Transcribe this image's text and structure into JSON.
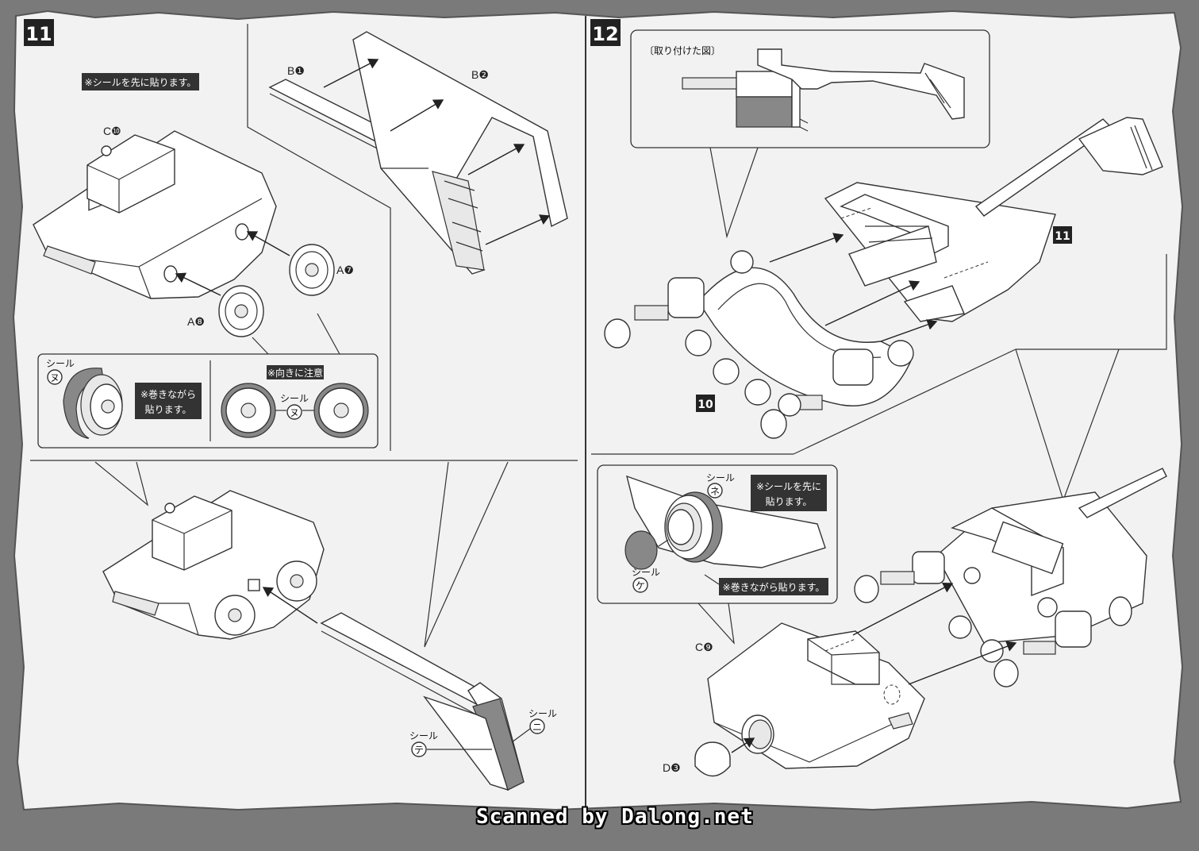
{
  "credit": "Scanned by Dalong.net",
  "step11": {
    "number": "11",
    "note_seal_first": "※シールを先に貼ります。",
    "parts": {
      "c10": "C❿",
      "a7": "A❼",
      "a8": "A❽",
      "b1": "B❶",
      "b2": "B❷"
    },
    "sub": {
      "seal_label": "シール",
      "seal_nu": "ヌ",
      "note_wrap": [
        "※巻きながら",
        "貼ります。"
      ],
      "note_orientation": "※向きに注意"
    },
    "seal_te": "テ",
    "seal_ni": "ニ"
  },
  "step12": {
    "number": "12",
    "inset_title": "〔取り付けた図〕",
    "ref_step": "11",
    "ref_part": "10",
    "note_seal_first": [
      "※シールを先に",
      "貼ります。"
    ],
    "note_wrap": "※巻きながら貼ります。",
    "seal_label": "シール",
    "seal_ne": "ネ",
    "seal_ke": "ケ",
    "parts": {
      "c9": "C❾",
      "d3": "D❸"
    }
  },
  "colors": {
    "background": "#7a7a7a",
    "paper": "#f2f2f2",
    "ink": "#222222",
    "note_bg": "#333333"
  }
}
